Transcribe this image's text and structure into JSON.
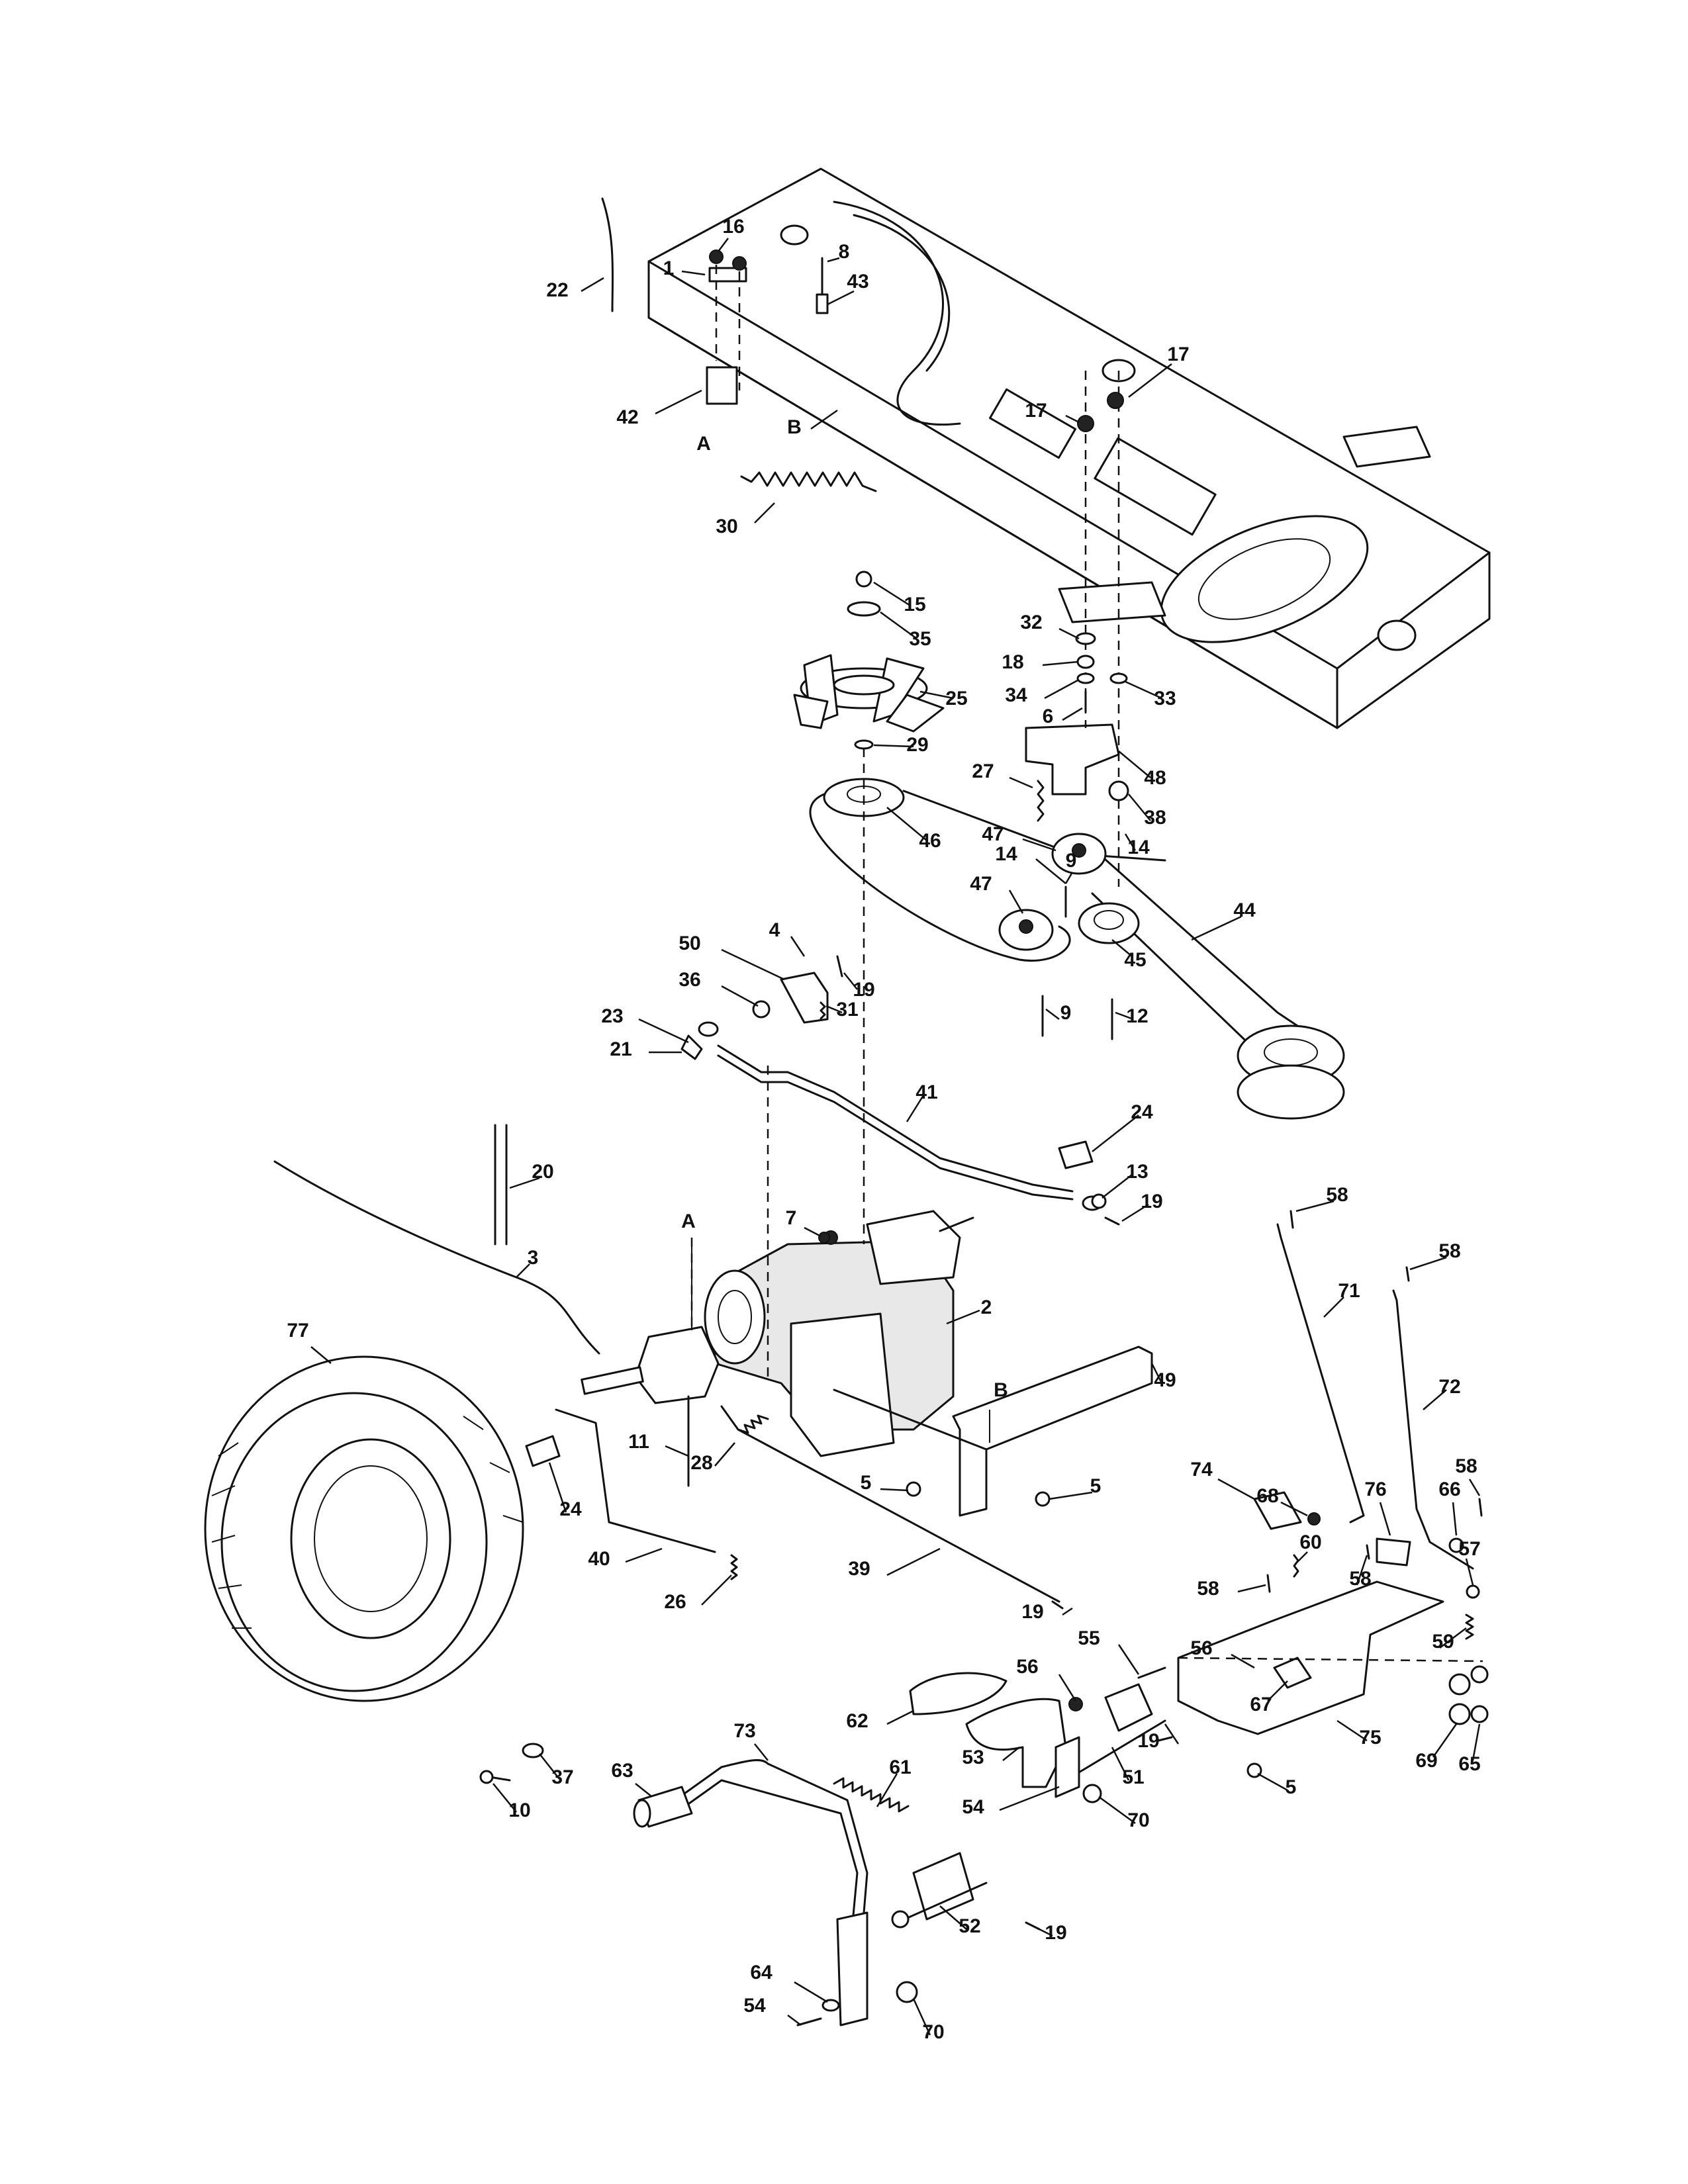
{
  "diagram": {
    "callouts": [
      {
        "id": "c22",
        "text": "22"
      },
      {
        "id": "c16",
        "text": "16"
      },
      {
        "id": "c1",
        "text": "1"
      },
      {
        "id": "c8",
        "text": "8"
      },
      {
        "id": "c43",
        "text": "43"
      },
      {
        "id": "c42",
        "text": "42"
      },
      {
        "id": "cA1",
        "text": "A"
      },
      {
        "id": "cB1",
        "text": "B"
      },
      {
        "id": "c30",
        "text": "30"
      },
      {
        "id": "c17a",
        "text": "17"
      },
      {
        "id": "c17b",
        "text": "17"
      },
      {
        "id": "c15",
        "text": "15"
      },
      {
        "id": "c35",
        "text": "35"
      },
      {
        "id": "c25",
        "text": "25"
      },
      {
        "id": "c29",
        "text": "29"
      },
      {
        "id": "c32",
        "text": "32"
      },
      {
        "id": "c18",
        "text": "18"
      },
      {
        "id": "c34",
        "text": "34"
      },
      {
        "id": "c6",
        "text": "6"
      },
      {
        "id": "c33",
        "text": "33"
      },
      {
        "id": "c48",
        "text": "48"
      },
      {
        "id": "c27",
        "text": "27"
      },
      {
        "id": "c38",
        "text": "38"
      },
      {
        "id": "c46",
        "text": "46"
      },
      {
        "id": "c47a",
        "text": "47"
      },
      {
        "id": "c14a",
        "text": "14"
      },
      {
        "id": "c14b",
        "text": "14"
      },
      {
        "id": "c9a",
        "text": "9"
      },
      {
        "id": "c47b",
        "text": "47"
      },
      {
        "id": "c44",
        "text": "44"
      },
      {
        "id": "c45",
        "text": "45"
      },
      {
        "id": "c9b",
        "text": "9"
      },
      {
        "id": "c12",
        "text": "12"
      },
      {
        "id": "c4",
        "text": "4"
      },
      {
        "id": "c50",
        "text": "50"
      },
      {
        "id": "c19a",
        "text": "19"
      },
      {
        "id": "c23",
        "text": "23"
      },
      {
        "id": "c36",
        "text": "36"
      },
      {
        "id": "c31",
        "text": "31"
      },
      {
        "id": "c21",
        "text": "21"
      },
      {
        "id": "c41",
        "text": "41"
      },
      {
        "id": "c24a",
        "text": "24"
      },
      {
        "id": "c13",
        "text": "13"
      },
      {
        "id": "c19b",
        "text": "19"
      },
      {
        "id": "c20",
        "text": "20"
      },
      {
        "id": "c7",
        "text": "7"
      },
      {
        "id": "cA2",
        "text": "A"
      },
      {
        "id": "c3",
        "text": "3"
      },
      {
        "id": "c58a",
        "text": "58"
      },
      {
        "id": "c58b",
        "text": "58"
      },
      {
        "id": "c71",
        "text": "71"
      },
      {
        "id": "c2",
        "text": "2"
      },
      {
        "id": "c77",
        "text": "77"
      },
      {
        "id": "c49",
        "text": "49"
      },
      {
        "id": "cB2",
        "text": "B"
      },
      {
        "id": "c72",
        "text": "72"
      },
      {
        "id": "c11",
        "text": "11"
      },
      {
        "id": "c28",
        "text": "28"
      },
      {
        "id": "c5a",
        "text": "5"
      },
      {
        "id": "c5b",
        "text": "5"
      },
      {
        "id": "c24b",
        "text": "24"
      },
      {
        "id": "c74",
        "text": "74"
      },
      {
        "id": "c68",
        "text": "68"
      },
      {
        "id": "c76",
        "text": "76"
      },
      {
        "id": "c58c",
        "text": "58"
      },
      {
        "id": "c66",
        "text": "66"
      },
      {
        "id": "c40",
        "text": "40"
      },
      {
        "id": "c39",
        "text": "39"
      },
      {
        "id": "c60",
        "text": "60"
      },
      {
        "id": "c57",
        "text": "57"
      },
      {
        "id": "c58d",
        "text": "58"
      },
      {
        "id": "c58e",
        "text": "58"
      },
      {
        "id": "c26",
        "text": "26"
      },
      {
        "id": "c19c",
        "text": "19"
      },
      {
        "id": "c55",
        "text": "55"
      },
      {
        "id": "c56a",
        "text": "56"
      },
      {
        "id": "c56b",
        "text": "56"
      },
      {
        "id": "c59",
        "text": "59"
      },
      {
        "id": "c62",
        "text": "62"
      },
      {
        "id": "c67",
        "text": "67"
      },
      {
        "id": "c19d",
        "text": "19"
      },
      {
        "id": "c75",
        "text": "75"
      },
      {
        "id": "c53",
        "text": "53"
      },
      {
        "id": "c51",
        "text": "51"
      },
      {
        "id": "c69",
        "text": "69"
      },
      {
        "id": "c65",
        "text": "65"
      },
      {
        "id": "c37",
        "text": "37"
      },
      {
        "id": "c73",
        "text": "73"
      },
      {
        "id": "c63",
        "text": "63"
      },
      {
        "id": "c61",
        "text": "61"
      },
      {
        "id": "c54a",
        "text": "54"
      },
      {
        "id": "c70a",
        "text": "70"
      },
      {
        "id": "c5c",
        "text": "5"
      },
      {
        "id": "c10",
        "text": "10"
      },
      {
        "id": "c52",
        "text": "52"
      },
      {
        "id": "c19e",
        "text": "19"
      },
      {
        "id": "c64",
        "text": "64"
      },
      {
        "id": "c54b",
        "text": "54"
      },
      {
        "id": "c70b",
        "text": "70"
      }
    ]
  }
}
